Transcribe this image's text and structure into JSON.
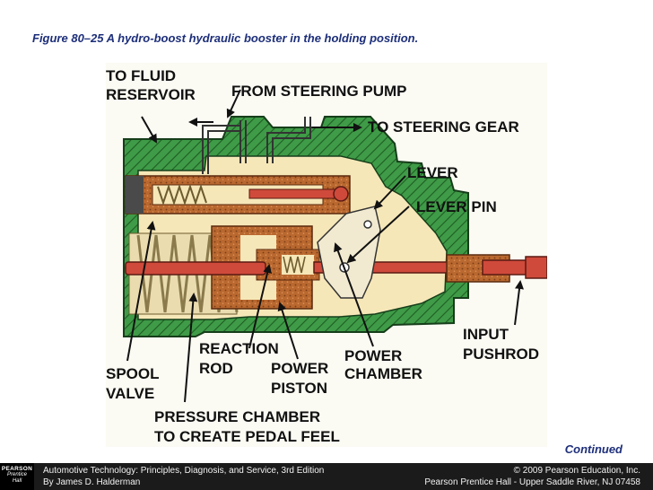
{
  "slide": {
    "title": "Figure 80–25 A hydro-boost hydraulic booster in the holding position.",
    "continued": "Continued"
  },
  "diagram": {
    "labels": {
      "to_fluid_reservoir": [
        "TO FLUID",
        "RESERVOIR"
      ],
      "from_steering_pump": "FROM STEERING PUMP",
      "to_steering_gear": "TO STEERING GEAR",
      "lever": "LEVER",
      "lever_pin": "LEVER PIN",
      "input_pushrod": [
        "INPUT",
        "PUSHROD"
      ],
      "spool_valve": [
        "SPOOL",
        "VALVE"
      ],
      "reaction_rod": [
        "REACTION",
        "ROD"
      ],
      "power_piston": [
        "POWER",
        "PISTON"
      ],
      "power_chamber": [
        "POWER",
        "CHAMBER"
      ],
      "pressure_chamber": [
        "PRESSURE CHAMBER",
        "TO CREATE PEDAL FEEL"
      ]
    },
    "colors": {
      "housing": "#3f9b47",
      "housing_dark": "#1f5d24",
      "fluid": "#b9682f",
      "rod": "#cf4a3b",
      "cavity": "#f6e7b8",
      "spring": "#d8c9a0"
    }
  },
  "footer": {
    "logo": {
      "line1": "PEARSON",
      "line2": "Prentice",
      "line3": "Hall"
    },
    "book_title": "Automotive Technology: Principles, Diagnosis, and Service, 3rd Edition",
    "author": "By James D. Halderman",
    "copyright": "© 2009 Pearson Education, Inc.",
    "publisher": "Pearson Prentice Hall - Upper Saddle River, NJ 07458"
  }
}
